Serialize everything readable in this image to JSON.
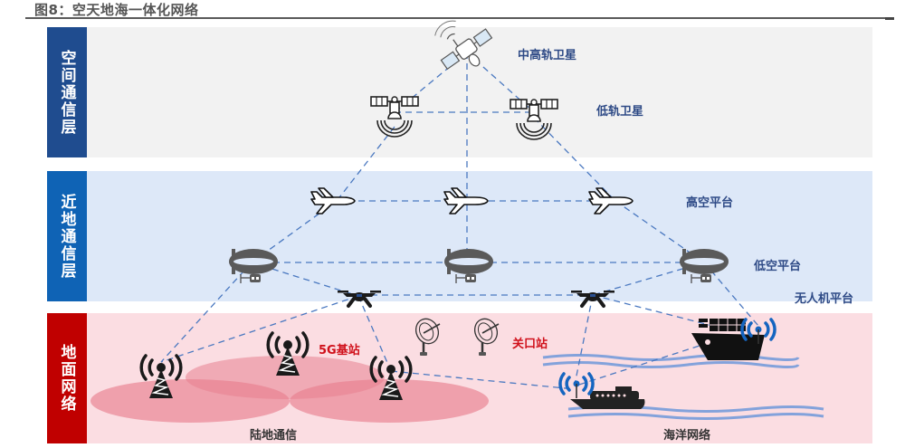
{
  "figure": {
    "title": "图8：空天地海一体化网络"
  },
  "layers": [
    {
      "id": "space",
      "label": "空间通信层",
      "color": "#1f4c8f",
      "background": "#f2f2f2"
    },
    {
      "id": "near",
      "label": "近地通信层",
      "color": "#0f63b5",
      "background": "#dde8f8"
    },
    {
      "id": "ground",
      "label": "地面网络",
      "color": "#c00000",
      "background": "#fbdde2"
    }
  ],
  "labels": {
    "geo_satellite": "中高轨卫星",
    "leo_satellite": "低轨卫星",
    "high_altitude": "高空平台",
    "low_altitude": "低空平台",
    "uav": "无人机平台",
    "base_station": "5G基站",
    "gateway": "关口站",
    "land": "陆地通信",
    "ocean": "海洋网络"
  },
  "nodes": {
    "geo_satellite": {
      "icon": "satellite-geo-icon"
    },
    "leo_satellites": [
      {
        "icon": "satellite-leo-icon"
      },
      {
        "icon": "satellite-leo-icon"
      }
    ],
    "aircraft": [
      {
        "icon": "airplane-icon"
      },
      {
        "icon": "airplane-icon"
      },
      {
        "icon": "airplane-icon"
      }
    ],
    "airships": [
      {
        "icon": "airship-icon"
      },
      {
        "icon": "airship-icon"
      },
      {
        "icon": "airship-icon"
      }
    ],
    "drones": [
      {
        "icon": "drone-icon"
      },
      {
        "icon": "drone-icon"
      }
    ],
    "towers": [
      {
        "icon": "cell-tower-icon"
      },
      {
        "icon": "cell-tower-icon"
      },
      {
        "icon": "cell-tower-icon"
      }
    ],
    "dishes": [
      {
        "icon": "satellite-dish-icon"
      },
      {
        "icon": "satellite-dish-icon"
      }
    ],
    "ships": [
      {
        "icon": "cargo-ship-icon"
      },
      {
        "icon": "cruise-ship-icon"
      }
    ]
  },
  "colors": {
    "link": "#4a78c0",
    "coverage": "#e8808f",
    "wave": "#5b8fd9",
    "icon_dark": "#222222",
    "airship": "#5a5a5a",
    "signal_blue": "#1565c0"
  }
}
